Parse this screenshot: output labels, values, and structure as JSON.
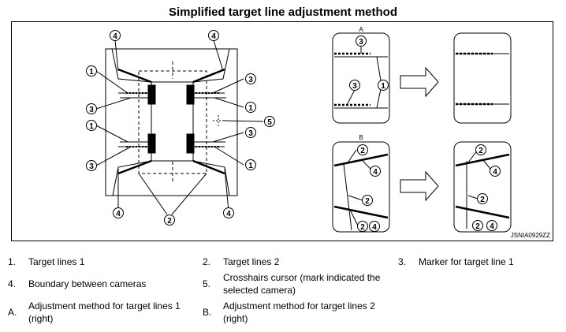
{
  "title": "Simplified target line adjustment method",
  "image_code": "JSNIA0929ZZ",
  "panel_labels": {
    "a": "A",
    "b": "B"
  },
  "callouts": {
    "n1": "1",
    "n2": "2",
    "n3": "3",
    "n4": "4",
    "n5": "5"
  },
  "legend": [
    {
      "num": "1.",
      "text": "Target lines 1"
    },
    {
      "num": "2.",
      "text": "Target lines 2"
    },
    {
      "num": "3.",
      "text": "Marker for target line 1"
    },
    {
      "num": "4.",
      "text": "Boundary between cameras"
    },
    {
      "num": "5.",
      "text": "Crosshairs cursor (mark indicated the selected camera)"
    },
    {
      "num": "A.",
      "text": "Adjustment method for target lines 1 (right)"
    },
    {
      "num": "B.",
      "text": "Adjustment method for target lines 2 (right)"
    }
  ]
}
